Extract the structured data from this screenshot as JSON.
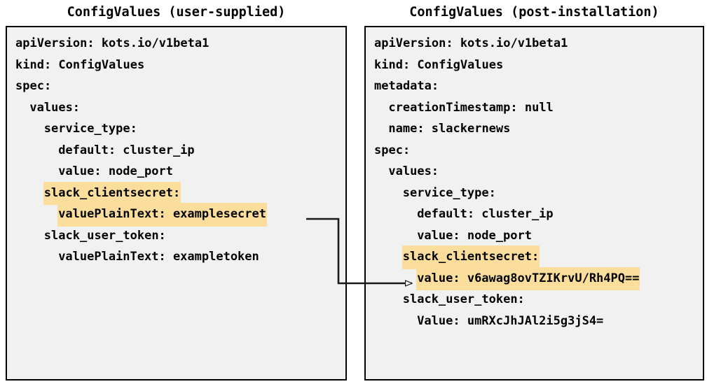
{
  "panels": {
    "left": {
      "title": "ConfigValues (user-supplied)",
      "lines": [
        {
          "indent": 0,
          "segments": [
            {
              "text": "apiVersion: kots.io/v1beta1",
              "highlight": false
            }
          ]
        },
        {
          "indent": 0,
          "segments": [
            {
              "text": "kind: ConfigValues",
              "highlight": false
            }
          ]
        },
        {
          "indent": 0,
          "segments": [
            {
              "text": "spec:",
              "highlight": false
            }
          ]
        },
        {
          "indent": 1,
          "segments": [
            {
              "text": "values:",
              "highlight": false
            }
          ]
        },
        {
          "indent": 2,
          "segments": [
            {
              "text": "service_type:",
              "highlight": false
            }
          ]
        },
        {
          "indent": 3,
          "segments": [
            {
              "text": "default: cluster_ip",
              "highlight": false
            }
          ]
        },
        {
          "indent": 3,
          "segments": [
            {
              "text": "value: node_port",
              "highlight": false
            }
          ]
        },
        {
          "indent": 2,
          "segments": [
            {
              "text": "slack_clientsecret:",
              "highlight": true
            }
          ]
        },
        {
          "indent": 3,
          "segments": [
            {
              "text": "valuePlainText: examplesecret",
              "highlight": true
            }
          ]
        },
        {
          "indent": 2,
          "segments": [
            {
              "text": "slack_user_token:",
              "highlight": false
            }
          ]
        },
        {
          "indent": 3,
          "segments": [
            {
              "text": "valuePlainText: exampletoken",
              "highlight": false
            }
          ]
        }
      ]
    },
    "right": {
      "title": "ConfigValues (post-installation)",
      "lines": [
        {
          "indent": 0,
          "segments": [
            {
              "text": "apiVersion: kots.io/v1beta1",
              "highlight": false
            }
          ]
        },
        {
          "indent": 0,
          "segments": [
            {
              "text": "kind: ConfigValues",
              "highlight": false
            }
          ]
        },
        {
          "indent": 0,
          "segments": [
            {
              "text": "metadata:",
              "highlight": false
            }
          ]
        },
        {
          "indent": 1,
          "segments": [
            {
              "text": "creationTimestamp: null",
              "highlight": false
            }
          ]
        },
        {
          "indent": 1,
          "segments": [
            {
              "text": "name: slackernews",
              "highlight": false
            }
          ]
        },
        {
          "indent": 0,
          "segments": [
            {
              "text": "spec:",
              "highlight": false
            }
          ]
        },
        {
          "indent": 1,
          "segments": [
            {
              "text": "values:",
              "highlight": false
            }
          ]
        },
        {
          "indent": 2,
          "segments": [
            {
              "text": "service_type:",
              "highlight": false
            }
          ]
        },
        {
          "indent": 3,
          "segments": [
            {
              "text": "default: cluster_ip",
              "highlight": false
            }
          ]
        },
        {
          "indent": 3,
          "segments": [
            {
              "text": "value: node_port",
              "highlight": false
            }
          ]
        },
        {
          "indent": 2,
          "segments": [
            {
              "text": "slack_clientsecret:",
              "highlight": true
            }
          ]
        },
        {
          "indent": 3,
          "segments": [
            {
              "text": "value: v6awag8ovTZIKrvU/Rh4PQ==",
              "highlight": true
            }
          ]
        },
        {
          "indent": 2,
          "segments": [
            {
              "text": "slack_user_token:",
              "highlight": false
            }
          ]
        },
        {
          "indent": 3,
          "segments": [
            {
              "text": "Value: umRXcJhJAl2i5g3jS4=",
              "highlight": false
            }
          ]
        }
      ]
    }
  },
  "connector": {
    "description": "arrow from user-supplied valuePlainText examplesecret to post-installation slack_clientsecret value",
    "color": "#1a1a1a",
    "from_line": "valuePlainText: examplesecret",
    "to_line": "value: v6awag8ovTZIKrvU/Rh4PQ=="
  },
  "colors": {
    "highlight": "#fcde9c",
    "box_background": "#f1f1f1",
    "box_border": "#000000",
    "text": "#000000",
    "page_background": "#ffffff"
  }
}
